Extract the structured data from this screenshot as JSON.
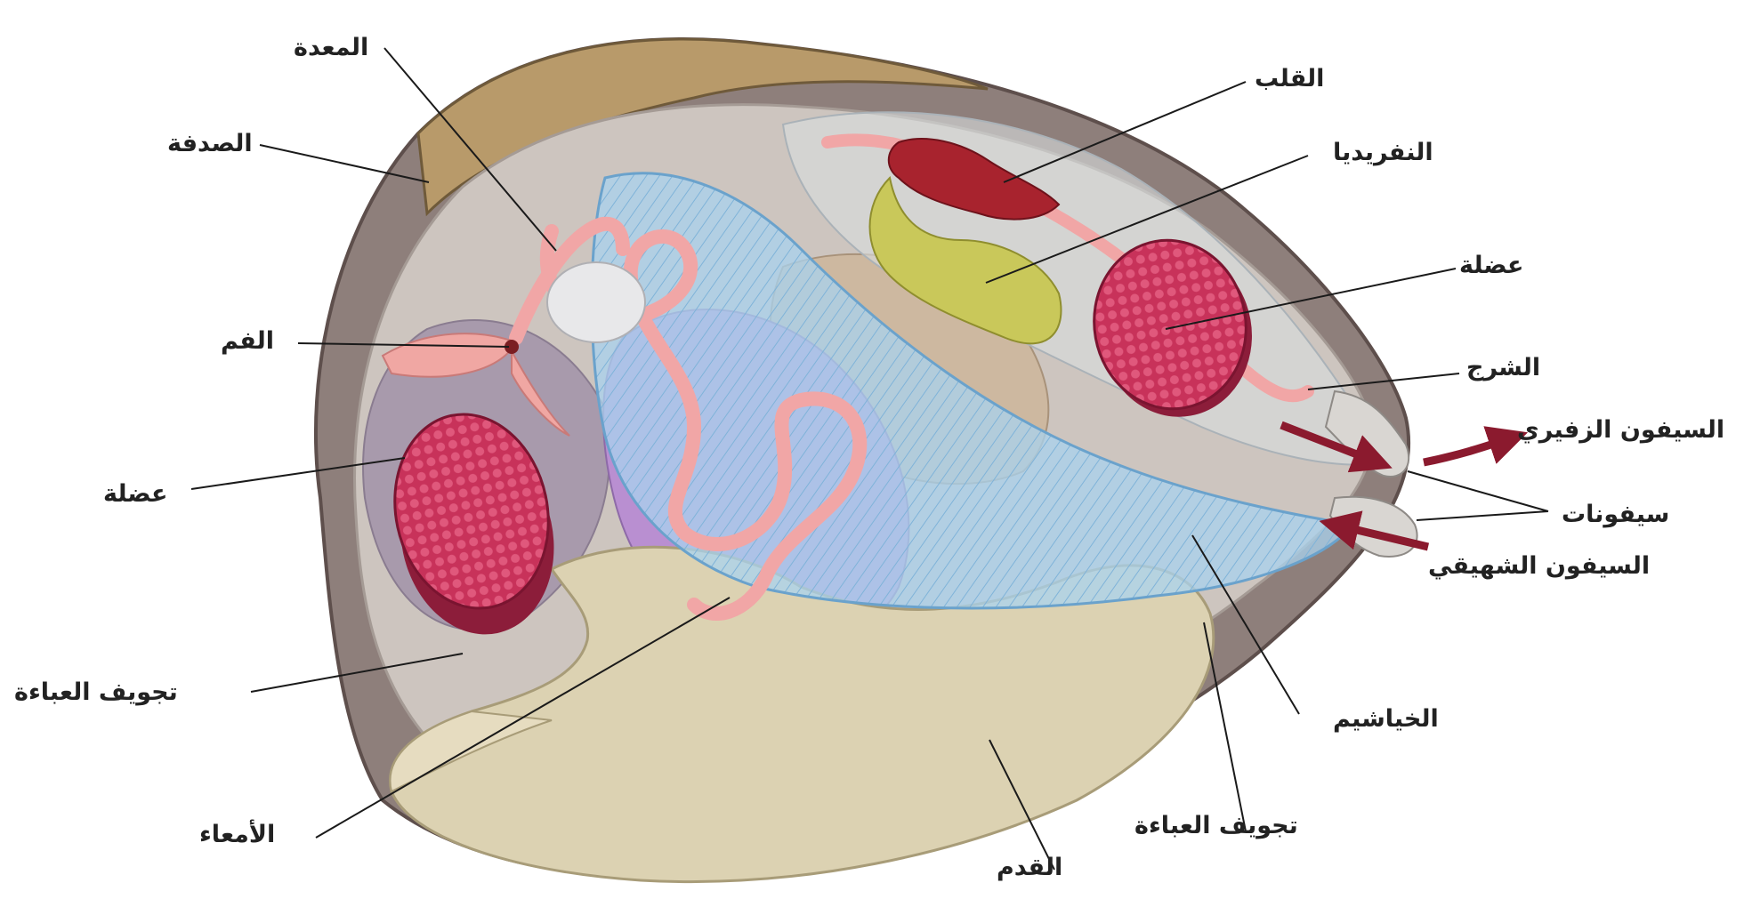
{
  "labels": {
    "stomach": "المعدة",
    "shell": "الصدفة",
    "mouth": "الفم",
    "muscle_left": "عضلة",
    "mantle_cavity_left": "تجويف العباءة",
    "intestine": "الأمعاء",
    "foot": "القدم",
    "mantle_cavity_right": "تجويف العباءة",
    "gills": "الخياشيم",
    "incurrent_siphon": "السيفون الشهيقي",
    "siphons": "سيفونات",
    "excurrent_siphon": "السيفون الزفيري",
    "anus": "الشرج",
    "muscle_right": "عضلة",
    "nephridia": "النفريديا",
    "heart": "القلب"
  },
  "colors": {
    "shell_outer": "#8a7a78",
    "shell_rim": "#b89a6a",
    "mantle": "#cfc7c0",
    "foot": "#d9cfae",
    "gills": "#9ecbea",
    "muscle": "#c8325a",
    "heart": "#a8232e",
    "nephridia": "#c9c85a",
    "intestine": "#f2a6a6",
    "digestive": "#b78fcf",
    "arrow": "#8b1a2e",
    "leader": "#1a1a1a"
  }
}
